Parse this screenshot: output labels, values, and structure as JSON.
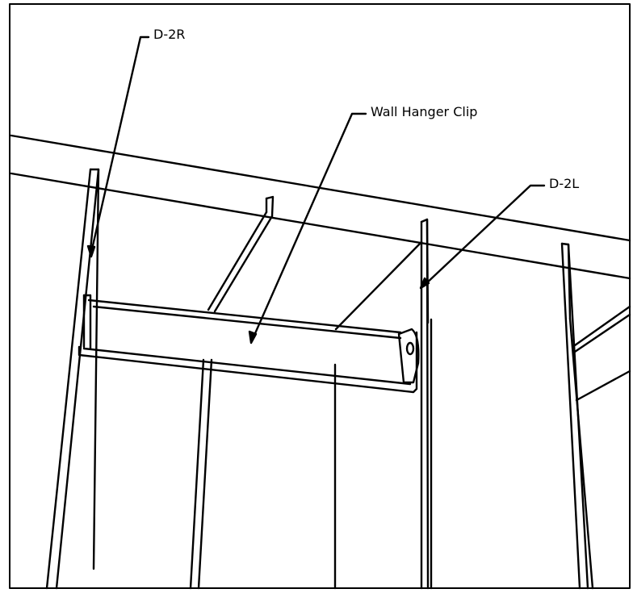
{
  "labels": {
    "d2r": "D-2R",
    "wall_hanger_clip": "Wall Hanger Clip",
    "d2l": "D-2L"
  },
  "colors": {
    "line": "#000000",
    "background": "#ffffff"
  }
}
